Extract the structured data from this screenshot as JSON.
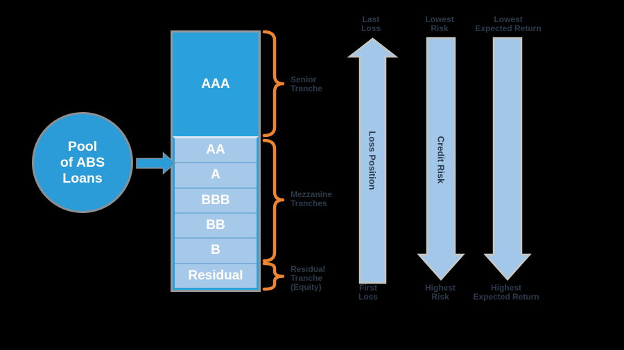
{
  "title": "ABS securitization tranche structure diagram",
  "pool": {
    "lines": [
      "Pool",
      "of ABS",
      "Loans"
    ]
  },
  "tranches": [
    {
      "label": "AAA",
      "tier": "senior"
    },
    {
      "label": "AA",
      "tier": "mezzanine"
    },
    {
      "label": "A",
      "tier": "mezzanine"
    },
    {
      "label": "BBB",
      "tier": "mezzanine"
    },
    {
      "label": "BB",
      "tier": "mezzanine"
    },
    {
      "label": "B",
      "tier": "mezzanine"
    },
    {
      "label": "Residual",
      "tier": "residual"
    }
  ],
  "braces": [
    {
      "lines": [
        "Senior",
        "Tranche"
      ]
    },
    {
      "lines": [
        "Mezzanine",
        "Tranches"
      ]
    },
    {
      "lines": [
        "Residual",
        "Tranche",
        "(Equity)"
      ]
    }
  ],
  "arrows": [
    {
      "label": "Loss Position",
      "direction": "up",
      "top_lines": [
        "Last",
        "Loss"
      ],
      "bottom_lines": [
        "First",
        "Loss"
      ]
    },
    {
      "label": "Credit Risk",
      "direction": "down",
      "top_lines": [
        "Lowest",
        "Risk"
      ],
      "bottom_lines": [
        "Highest",
        "Risk"
      ]
    },
    {
      "label": "",
      "direction": "down",
      "top_lines": [
        "Lowest",
        "Expected Return"
      ],
      "bottom_lines": [
        "Highest",
        "Expected Return"
      ]
    }
  ],
  "colors": {
    "background": "#000000",
    "pool_blue": "#2B9CD8",
    "senior_blue": "#2AA0DC",
    "row_blue": "#A6C9E9",
    "row_separator": "#79B1DB",
    "arrow_blue": "#A3C7E9",
    "arrow_outline": "#C9C7C2",
    "gray_outline": "#97999B",
    "brace_orange": "#EF8430",
    "text_navy": "#2E3E50",
    "text_white": "#FFFFFF"
  }
}
